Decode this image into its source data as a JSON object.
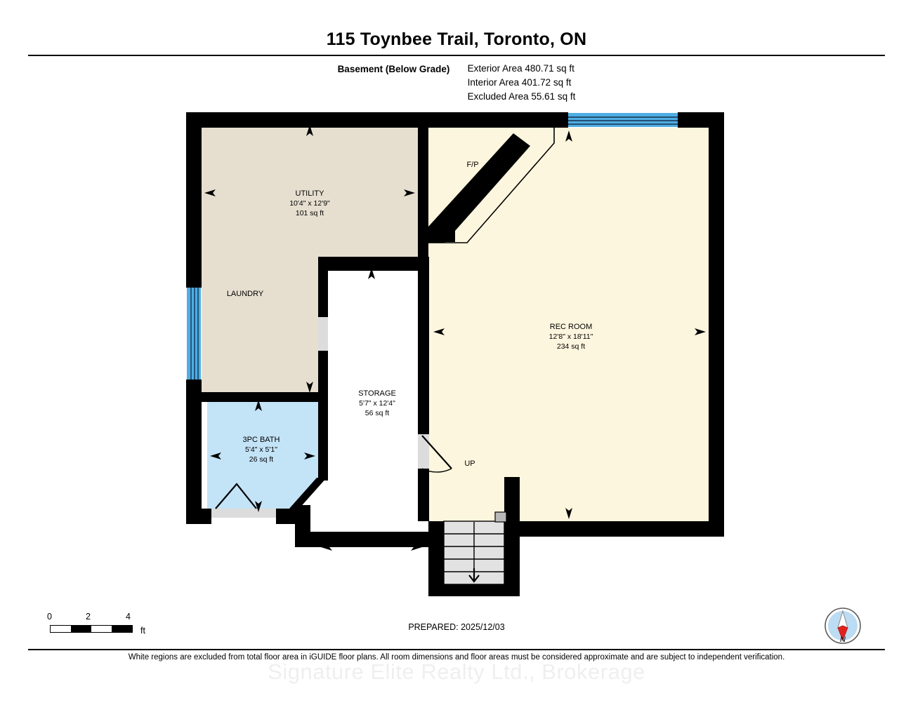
{
  "header": {
    "title": "115 Toynbee Trail, Toronto, ON",
    "level_label": "Basement (Below Grade)",
    "areas": [
      "Exterior Area 480.71 sq ft",
      "Interior Area 401.72 sq ft",
      "Excluded Area 55.61 sq ft"
    ]
  },
  "rooms": [
    {
      "id": "utility",
      "name": "UTILITY",
      "dimensions": "10'4\" x 12'9\"",
      "area": "101 sq ft",
      "fill": "#E6DFD0"
    },
    {
      "id": "laundry",
      "name": "LAUNDRY",
      "dimensions": "",
      "area": "",
      "fill": "#E6DFD0"
    },
    {
      "id": "storage",
      "name": "STORAGE",
      "dimensions": "5'7\" x 12'4\"",
      "area": "56 sq ft",
      "fill": "#FFFFFF"
    },
    {
      "id": "bath",
      "name": "3PC BATH",
      "dimensions": "5'4\" x 5'1\"",
      "area": "26 sq ft",
      "fill": "#C3E3F7"
    },
    {
      "id": "recroom",
      "name": "REC ROOM",
      "dimensions": "12'8\" x 18'11\"",
      "area": "234 sq ft",
      "fill": "#FDF6DE"
    }
  ],
  "markers": {
    "fireplace": "F/P",
    "stairs_up": "UP"
  },
  "scale": {
    "ticks": [
      "0",
      "2",
      "4"
    ],
    "units": "ft",
    "segments": [
      "light",
      "dark",
      "light",
      "dark"
    ]
  },
  "footer": {
    "prepared": "PREPARED: 2025/12/03",
    "compass_label": "N",
    "disclaimer": "White regions are excluded from total floor area in iGUIDE floor plans. All room dimensions and floor areas must be considered approximate and are subject to independent verification.",
    "watermark": "Signature Elite Realty Ltd., Brokerage"
  },
  "colors": {
    "wall": "#000000",
    "window": "#4EAEE4",
    "door_panel": "#DCDCDC",
    "stair_tread": "#E2E2E2",
    "room_beige": "#E6DFD0",
    "room_cream": "#FDF6DE",
    "room_blue": "#C3E3F7",
    "room_white": "#FFFFFF"
  }
}
